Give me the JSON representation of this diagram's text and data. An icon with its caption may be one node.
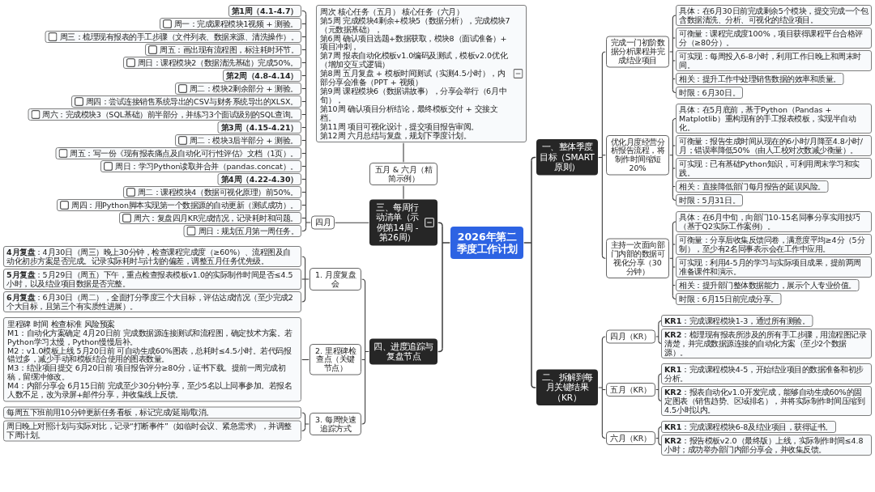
{
  "diagram": {
    "nodes": [
      {
        "text": [
          "2026年第二季度工作计划"
        ]
      },
      {
        "text": [
          "一、整体季度目标（SMART原则）"
        ]
      },
      {
        "text": [
          "完成一门初阶数据分析课程并完成结业项目"
        ]
      },
      {
        "text": [
          "具体：在6月30日前完成剩余5个模块，提交完成一个包含数据清洗、分析、可视化的结业项目。"
        ]
      },
      {
        "text": [
          "可衡量：课程完成度100%，项目获得课程平台合格评分（≥80分）。"
        ]
      },
      {
        "text": [
          "可实现：每周投入6-8小时，利用工作日晚上和周末时间。"
        ]
      },
      {
        "text": [
          "相关：提升工作中处理销售数据的效率和质量。"
        ]
      },
      {
        "text": [
          "时限：6月30日。"
        ]
      },
      {
        "text": [
          "优化月度经营分析报告流程，将制作时间缩短20%"
        ]
      },
      {
        "text": [
          "具体：在5月底前，基于Python（Pandas + Matplotlib）重构现有的手工报表模板，实现半自动化。"
        ]
      },
      {
        "text": [
          "可衡量：报告生成时间从现在的6小时/月降至4.8小时/月；错误率降低50%（由人工校对次数减少衡量）。"
        ]
      },
      {
        "text": [
          "可实现：已有基础Python知识，可利用周末学习和实践。"
        ]
      },
      {
        "text": [
          "相关：直接降低部门每月报告的延误风险。"
        ]
      },
      {
        "text": [
          "时限：5月31日。"
        ]
      },
      {
        "text": [
          "主持一次面向部门内部的数据可视化分享（30分钟）"
        ]
      },
      {
        "text": [
          "具体：在6月中旬，向部门10-15名同事分享实用技巧（基于Q2实际工作案例）。"
        ]
      },
      {
        "text": [
          "可衡量：分享后收集反馈问卷，满意度平均≥4分（5分制），至少有2名同事表示会在工作中应用。"
        ]
      },
      {
        "text": [
          "可实现：利用4-5月的学习与实际项目成果，提前两周准备课件和演示。"
        ]
      },
      {
        "text": [
          "相关：提升部门整体数据能力，展示个人专业价值。"
        ]
      },
      {
        "text": [
          "时限：6月15日前完成分享。"
        ]
      },
      {
        "text": [
          "二、拆解到每月关键结果（KR）"
        ]
      },
      {
        "text": [
          "四月（KR）"
        ]
      },
      {
        "text": [
          "**KR1**：完成课程模块1-3，通过所有测验。"
        ]
      },
      {
        "text": [
          "**KR2**：梳理现有报表所涉及的所有手工步骤，用流程图记录清楚，并完成数据源连接的自动化方案（至少2个数据源）。"
        ]
      },
      {
        "text": [
          "五月（KR）"
        ]
      },
      {
        "text": [
          "**KR1**：完成课程模块4-5，开始结业项目的数据准备和初步分析。"
        ]
      },
      {
        "text": [
          "**KR2**：报表自动化v1.0开发完成，能够自动生成60%的固定图表（销售趋势、区域排名），并将实际制作时间压缩到4.5小时以内。"
        ]
      },
      {
        "text": [
          "六月（KR）"
        ]
      },
      {
        "text": [
          "**KR1**：完成课程模块6-8及结业项目，获得证书。"
        ]
      },
      {
        "text": [
          "**KR2**：报告模板v2.0（最终版）上线，实际制作时间≤4.8小时；成功举办部门内部分享会，并收集反馈。"
        ]
      },
      {
        "text": [
          "三、每周行动清单（示例第14周 - 第26周）"
        ]
      },
      {
        "text": [
          "四月"
        ]
      },
      {
        "text": [
          "第1周（4.1-4.7）"
        ]
      },
      {
        "text": [
          "周一：完成课程模块1视频 + 测验。"
        ]
      },
      {
        "text": [
          "周三：梳理现有报表的手工步骤（文件列表、数据来源、清洗操作）。"
        ]
      },
      {
        "text": [
          "周五：画出现有流程图，标注耗时环节。"
        ]
      },
      {
        "text": [
          "周日：课程模块2（数据清洗基础）完成50%。"
        ]
      },
      {
        "text": [
          "第2周（4.8-4.14）"
        ]
      },
      {
        "text": [
          "周二：模块2剩余部分 + 测验。"
        ]
      },
      {
        "text": [
          "周四：尝试连接销售系统导出的CSV与财务系统导出的XLSX。"
        ]
      },
      {
        "text": [
          "周六：完成模块3（SQL基础）前半部分，并练习3个面试级别的SQL查询。"
        ]
      },
      {
        "text": [
          "第3周（4.15-4.21）"
        ]
      },
      {
        "text": [
          "周二：模块3后半部分 + 测验。"
        ]
      },
      {
        "text": [
          "周五：写一份《现有报表痛点及自动化可行性评估》文档（1页）。"
        ]
      },
      {
        "text": [
          "周日：学习Python读取并合并（pandas.concat）。"
        ]
      },
      {
        "text": [
          "第4周（4.22-4.30）"
        ]
      },
      {
        "text": [
          "周二：课程模块4（数据可视化原理）前50%。"
        ]
      },
      {
        "text": [
          "周四：用Python脚本实现第一个数据源的自动更新（测试成功）。"
        ]
      },
      {
        "text": [
          "周六：复盘四月KR完成情况，记录耗时和问题。"
        ]
      },
      {
        "text": [
          "周日：规划五月第一周任务。"
        ]
      },
      {
        "text": [
          "五月 & 六月（精简示例）"
        ]
      },
      {
        "text": [
          "周次 核心任务（五月） 核心任务（六月）",
          "第5周 完成模块4剩余+模块5（数据分析），完成模块7（元数据基础），",
          "第6周 确认项目选题+数据获取，模块8（面试准备）+ 项目冲刺，",
          "第7周 报表自动化模板v1.0编码及测试，模板v2.0优化（增加交互式逻辑）",
          "第8周 五月复盘 + 模板时间测试（实测4.5小时），内部分享会准备（PPT + 视频）",
          "第9周 课程模块6（数据讲故事），分享会举行（6月中旬），",
          "第10周 确认项目分析结论，最终模板交付 + 交接文档。",
          "第11周 项目可视化设计，提交项目报告审阅。",
          "第12周 六月总结与复盘，规划下季度计划。"
        ]
      },
      {
        "text": [
          "四、进度追踪与复盘节点"
        ]
      },
      {
        "text": [
          "1. 月度复盘会"
        ]
      },
      {
        "text": [
          "**4月复盘**：4月30日（周三）晚上30分钟，检查课程完成度（≥60%）、流程图及自动化初步方案是否完成。记录实际耗时与计划的偏差，调整五月任务优先级。"
        ]
      },
      {
        "text": [
          "**5月复盘**：5月29日（周五）下午，重点检查报表模板v1.0的实际制作时间是否≤4.5小时，以及结业项目数据是否完整。"
        ]
      },
      {
        "text": [
          "**6月复盘**：6月30日（周二），全面打分季度三个大目标，评估达成情况（至少完成2个大目标，且第三个有实质性进展）。"
        ]
      },
      {
        "text": [
          "2. 里程碑检查点（关键节点）"
        ]
      },
      {
        "text": [
          "里程碑 时间 检查标准 风险预案",
          "M1：自动化方案确定 4月20日前 完成数据源连接测试和流程图，确定技术方案。若Python学习太慢，Python慢慢后补。",
          "M2：v1.0模板上线 5月20日前 可自动生成60%图表，总耗时≤4.5小时。若代码报错过多，减少手动和模板结合使用的图表数量。",
          "M3：结业项目提交 6月20日前 项目报告评分≥80分，证书下载。提前一周完成初稿，留缓冲修改。",
          "M4：内部分享会 6月15日前 完成至少30分钟分享，至少5名以上同事参加。若报名人数不足，改为录屏+邮件分享，并收集线上反馈。"
        ]
      },
      {
        "text": [
          "3. 每周快速追踪方式"
        ]
      },
      {
        "text": [
          "每周五下班前用10分钟更新任务看板，标记完成/延期/取消。"
        ]
      },
      {
        "text": [
          "周日晚上对照计划与实际对比，记录“打断事件”（如临时会议、紧急需求），并调整下周计划。"
        ]
      }
    ],
    "edges": [
      {
        "from": 0,
        "to": 1,
        "arrow": "none"
      },
      {
        "from": 1,
        "to": 2,
        "arrow": "none"
      },
      {
        "from": 2,
        "to": 3,
        "arrow": "none"
      },
      {
        "from": 2,
        "to": 4,
        "arrow": "none"
      },
      {
        "from": 2,
        "to": 5,
        "arrow": "none"
      },
      {
        "from": 2,
        "to": 6,
        "arrow": "none"
      },
      {
        "from": 2,
        "to": 7,
        "arrow": "none"
      },
      {
        "from": 1,
        "to": 8,
        "arrow": "none"
      },
      {
        "from": 8,
        "to": 9,
        "arrow": "none"
      },
      {
        "from": 8,
        "to": 10,
        "arrow": "none"
      },
      {
        "from": 8,
        "to": 11,
        "arrow": "none"
      },
      {
        "from": 8,
        "to": 12,
        "arrow": "none"
      },
      {
        "from": 8,
        "to": 13,
        "arrow": "none"
      },
      {
        "from": 1,
        "to": 14,
        "arrow": "none"
      },
      {
        "from": 14,
        "to": 15,
        "arrow": "none"
      },
      {
        "from": 14,
        "to": 16,
        "arrow": "none"
      },
      {
        "from": 14,
        "to": 17,
        "arrow": "none"
      },
      {
        "from": 14,
        "to": 18,
        "arrow": "none"
      },
      {
        "from": 14,
        "to": 19,
        "arrow": "none"
      },
      {
        "from": 0,
        "to": 20,
        "arrow": "none"
      },
      {
        "from": 20,
        "to": 21,
        "arrow": "none"
      },
      {
        "from": 21,
        "to": 22,
        "arrow": "none"
      },
      {
        "from": 21,
        "to": 23,
        "arrow": "none"
      },
      {
        "from": 20,
        "to": 24,
        "arrow": "none"
      },
      {
        "from": 24,
        "to": 25,
        "arrow": "none"
      },
      {
        "from": 24,
        "to": 26,
        "arrow": "none"
      },
      {
        "from": 20,
        "to": 27,
        "arrow": "none"
      },
      {
        "from": 27,
        "to": 28,
        "arrow": "none"
      },
      {
        "from": 27,
        "to": 29,
        "arrow": "none"
      },
      {
        "from": 0,
        "to": 30,
        "arrow": "none"
      },
      {
        "from": 30,
        "to": 31,
        "arrow": "none"
      },
      {
        "from": 31,
        "to": 32,
        "arrow": "none"
      },
      {
        "from": 31,
        "to": 33,
        "arrow": "none"
      },
      {
        "from": 31,
        "to": 34,
        "arrow": "none"
      },
      {
        "from": 31,
        "to": 35,
        "arrow": "none"
      },
      {
        "from": 31,
        "to": 36,
        "arrow": "none"
      },
      {
        "from": 31,
        "to": 37,
        "arrow": "none"
      },
      {
        "from": 31,
        "to": 38,
        "arrow": "none"
      },
      {
        "from": 31,
        "to": 39,
        "arrow": "none"
      },
      {
        "from": 31,
        "to": 40,
        "arrow": "none"
      },
      {
        "from": 31,
        "to": 41,
        "arrow": "none"
      },
      {
        "from": 31,
        "to": 42,
        "arrow": "none"
      },
      {
        "from": 31,
        "to": 43,
        "arrow": "none"
      },
      {
        "from": 31,
        "to": 44,
        "arrow": "none"
      },
      {
        "from": 31,
        "to": 45,
        "arrow": "none"
      },
      {
        "from": 31,
        "to": 46,
        "arrow": "none"
      },
      {
        "from": 31,
        "to": 47,
        "arrow": "none"
      },
      {
        "from": 31,
        "to": 48,
        "arrow": "none"
      },
      {
        "from": 31,
        "to": 49,
        "arrow": "none"
      },
      {
        "from": 30,
        "to": 50,
        "arrow": "none"
      },
      {
        "from": 50,
        "to": 51,
        "arrow": "none"
      },
      {
        "from": 0,
        "to": 52,
        "arrow": "none"
      },
      {
        "from": 52,
        "to": 53,
        "arrow": "none"
      },
      {
        "from": 53,
        "to": 54,
        "arrow": "none"
      },
      {
        "from": 53,
        "to": 55,
        "arrow": "none"
      },
      {
        "from": 53,
        "to": 56,
        "arrow": "none"
      },
      {
        "from": 52,
        "to": 57,
        "arrow": "none"
      },
      {
        "from": 57,
        "to": 58,
        "arrow": "none"
      },
      {
        "from": 52,
        "to": 59,
        "arrow": "none"
      },
      {
        "from": 59,
        "to": 60,
        "arrow": "none"
      },
      {
        "from": 59,
        "to": 61,
        "arrow": "none"
      }
    ]
  }
}
